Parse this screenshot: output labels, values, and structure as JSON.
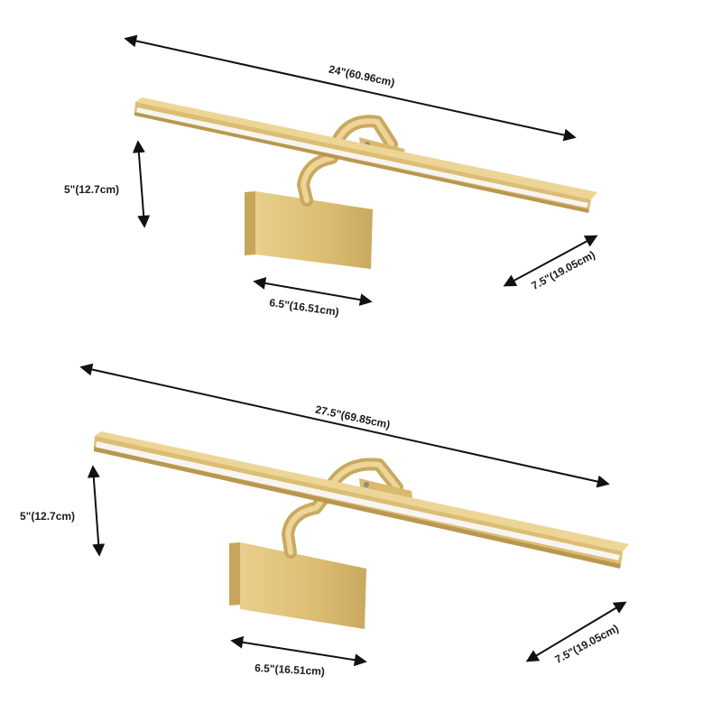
{
  "colors": {
    "brass_light": "#f1dca0",
    "brass_mid": "#dcbd72",
    "brass_dark": "#b9974f",
    "diffuser": "#f7f5f1",
    "arrow": "#111111"
  },
  "lamps": [
    {
      "width_label": "24\"(60.96cm)",
      "height_label": "5\"(12.7cm)",
      "base_label": "6.5\"(16.51cm)",
      "depth_label": "7.5\"(19.05cm)"
    },
    {
      "width_label": "27.5\"(69.85cm)",
      "height_label": "5\"(12.7cm)",
      "base_label": "6.5\"(16.51cm)",
      "depth_label": "7.5\"(19.05cm)"
    }
  ]
}
